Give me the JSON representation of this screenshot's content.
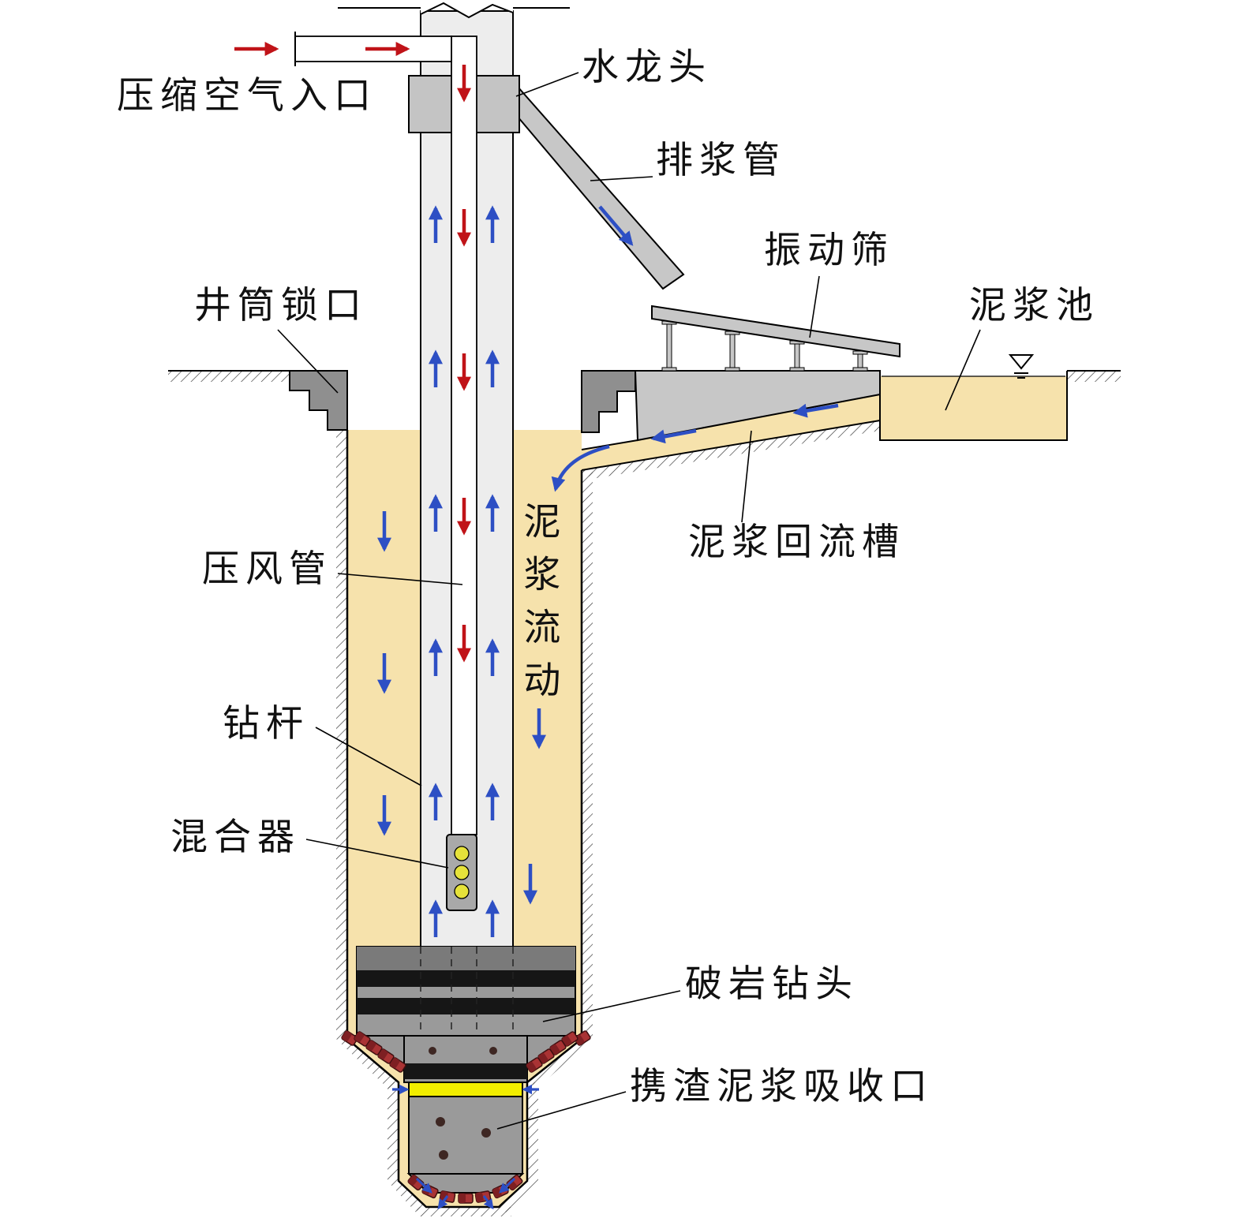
{
  "diagram": {
    "labels": {
      "compressed_air_inlet": "压缩空气入口",
      "water_swivel": "水龙头",
      "slurry_discharge_pipe": "排浆管",
      "vibrating_screen": "振动筛",
      "mud_pool": "泥浆池",
      "shaft_collar": "井筒锁口",
      "air_pipe": "压风管",
      "mud_flow": "泥浆流动",
      "mud_return_trough": "泥浆回流槽",
      "drill_rod": "钻杆",
      "mixer": "混合器",
      "rock_drill_bit": "破岩钻头",
      "slag_mud_suction_port": "携渣泥浆吸收口"
    },
    "colors": {
      "mud": "#F6E2AC",
      "pipe_gray": "#EDEDED",
      "steel_gray": "#C7C7C7",
      "collar_gray": "#8F8F8F",
      "bit_gray": "#9A9A9A",
      "bit_dark": "#7A7A7A",
      "band_black": "#161616",
      "cutter_red": "#A93334",
      "mixer_yellow": "#E6E23A",
      "suction_yellow": "#F2EE00",
      "arrow_red": "#C01318",
      "arrow_blue": "#2D4FC4",
      "line": "#000000"
    }
  }
}
